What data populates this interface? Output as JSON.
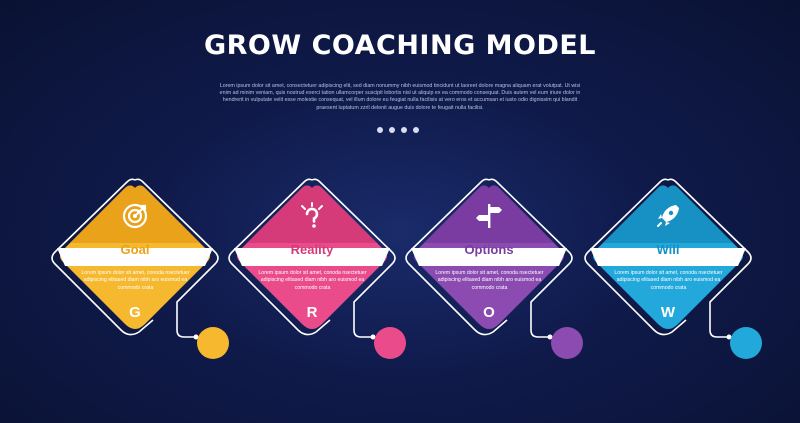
{
  "header": {
    "title": "GROW COACHING MODEL",
    "subtitle": "Lorem ipsum dolor sit amet, consectetuer adipiscing elit, sed diam nonummy nibh euismod tincidunt ut laoreet dolore magna aliquam erat volutpat. Ut wisi enim ad minim veniam, quis nostrud exerci tation ullamcorper suscipit lobortis nisl ut aliquip ex ea commodo consequat. Duis autem vel eum iriure dolor in hendrerit in vulputate velit esse molestie consequat, vel illum dolore eu feugiat nulla facilisis at vero eros et accumsan et iusto odio dignissim qui blandit praesent luptatum zzril delenit augue duis dolore te feugait nulla facilisi."
  },
  "pagination": {
    "dot_count": 4
  },
  "cards": [
    {
      "label": "Goal",
      "text": "Lorem ipsum dolor sit amet, conoda nsectetuer adipiscing elitased diam nibh aro euismod ea commodo crata",
      "letter": "G",
      "icon": "target-icon",
      "color": "#f5b82e",
      "color_dark": "#e9a21a"
    },
    {
      "label": "Reality",
      "text": "Lorem ipsum dolor sit amet, conoda nsectetuer adipiscing elitased diam nibh aro euismod ea commodo crata",
      "letter": "R",
      "icon": "lightbulb-question-icon",
      "color": "#ea4c8b",
      "color_dark": "#d43b78"
    },
    {
      "label": "Options",
      "text": "Lorem ipsum dolor sit amet, conoda nsectetuer adipiscing elitased diam nibh aro euismod ea commodo crata",
      "letter": "O",
      "icon": "signpost-icon",
      "color": "#8b4bb0",
      "color_dark": "#7a3ca0"
    },
    {
      "label": "Will",
      "text": "Lorem ipsum dolor sit amet, conoda nsectetuer adipiscing elitased diam nibh aro euismod ea commodo crata",
      "letter": "W",
      "icon": "rocket-icon",
      "color": "#22a8db",
      "color_dark": "#1791c4"
    }
  ]
}
